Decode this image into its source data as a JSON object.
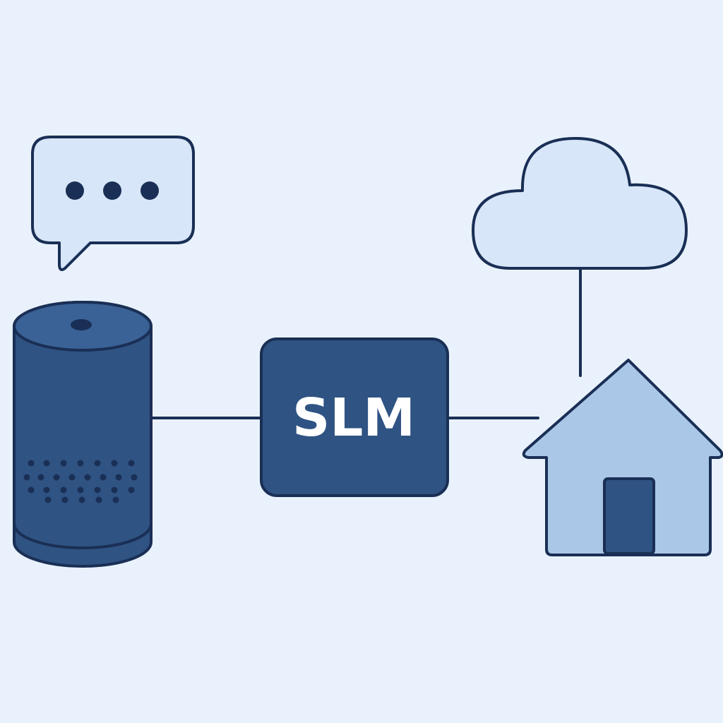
{
  "diagram": {
    "nodes": [
      {
        "id": "speech-bubble",
        "icon": "chat-bubble-icon"
      },
      {
        "id": "smart-speaker",
        "icon": "smart-speaker-icon"
      },
      {
        "id": "slm",
        "label": "SLM"
      },
      {
        "id": "cloud",
        "icon": "cloud-icon"
      },
      {
        "id": "house",
        "icon": "house-icon"
      }
    ],
    "edges": [
      {
        "from": "smart-speaker",
        "to": "slm"
      },
      {
        "from": "slm",
        "to": "house"
      },
      {
        "from": "cloud",
        "to": "house"
      }
    ]
  },
  "colors": {
    "background": "#e9f2fc",
    "outline": "#1a2f55",
    "dark_fill": "#2f5383",
    "light_fill": "#d7e6f8",
    "house_fill": "#aac7e8"
  }
}
